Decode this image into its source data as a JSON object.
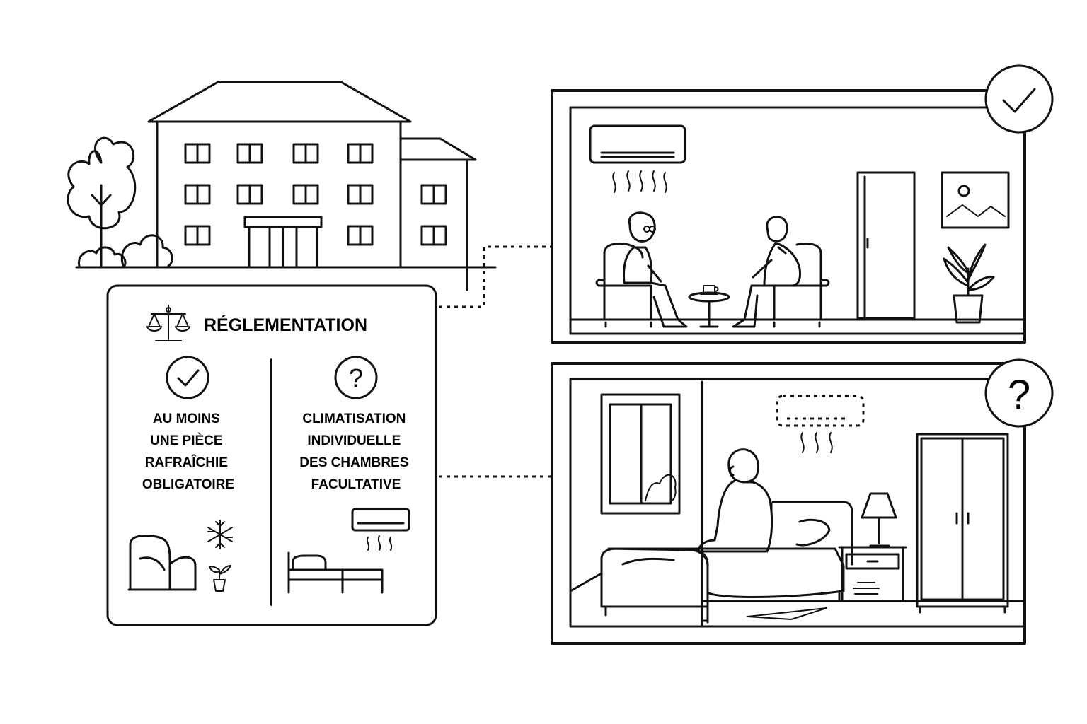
{
  "regulation": {
    "title": "RÉGLEMENTATION",
    "left_column": {
      "icon": "check-circle-icon",
      "lines": [
        "AU MOINS",
        "UNE PIÈCE",
        "RAFRAÎCHIE",
        "OBLIGATOIRE"
      ]
    },
    "right_column": {
      "icon": "question-circle-icon",
      "lines": [
        "CLIMATISATION",
        "INDIVIDUELLE",
        "DES CHAMBRES",
        "FACULTATIVE"
      ]
    }
  },
  "panels": {
    "common_room": {
      "status_icon": "check-icon"
    },
    "bedroom": {
      "status_icon": "question-icon"
    }
  },
  "colors": {
    "line": "#111111",
    "background": "#ffffff"
  }
}
